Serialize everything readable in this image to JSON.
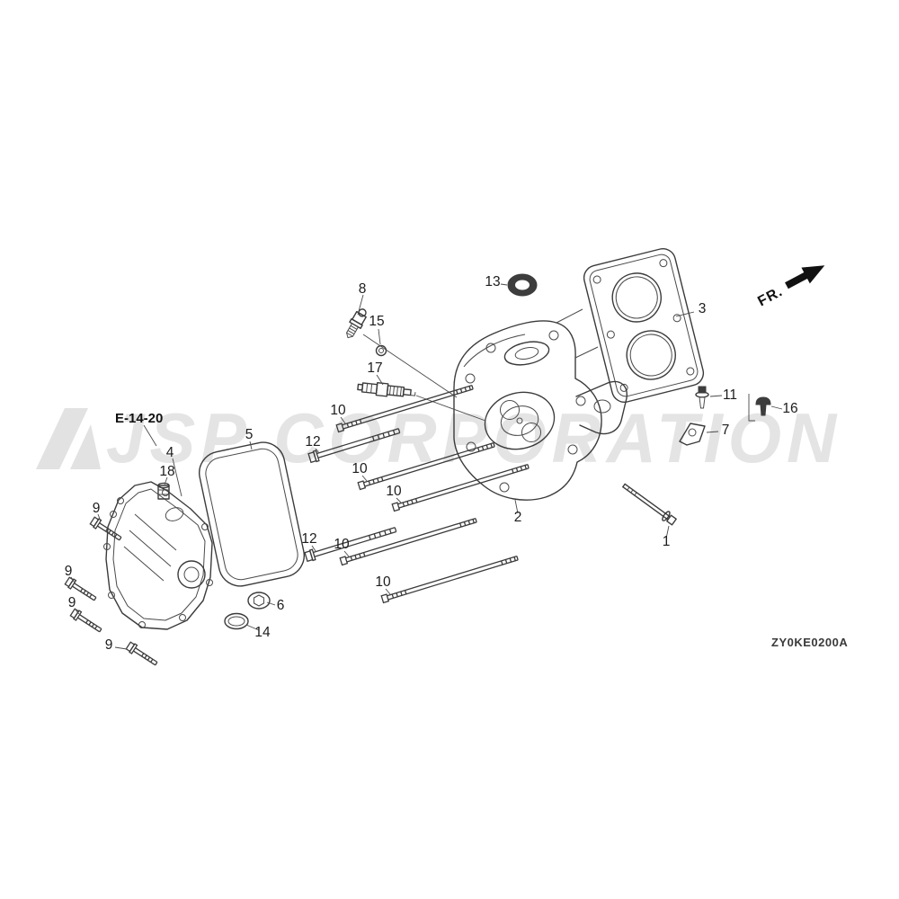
{
  "diagram": {
    "watermark": "JSP CORPORATION",
    "ref_label": "E-14-20",
    "direction_label": "FR.",
    "code": "ZY0KE0200A"
  },
  "part_labels": [
    "8",
    "13",
    "3",
    "15",
    "17",
    "11",
    "16",
    "7",
    "5",
    "4",
    "18",
    "10",
    "12",
    "10",
    "10",
    "12",
    "10",
    "10",
    "2",
    "1",
    "9",
    "9",
    "9",
    "9",
    "6",
    "14"
  ]
}
